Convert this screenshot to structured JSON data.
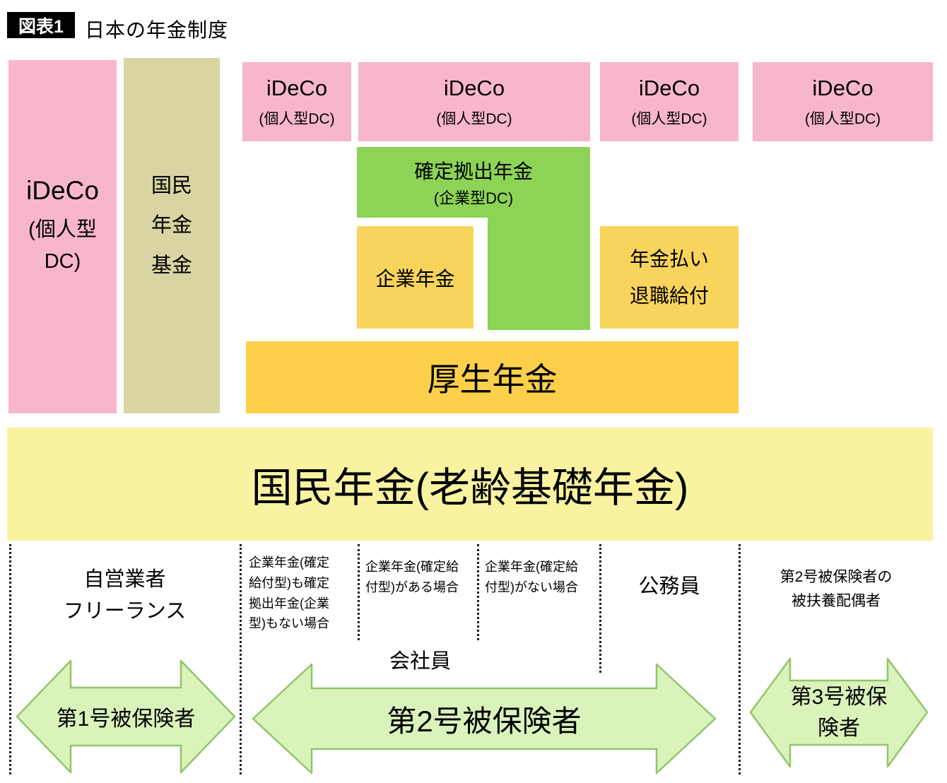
{
  "title": {
    "tag": "図表1",
    "text": "日本の年金制度"
  },
  "pillars": {
    "ideco_left": {
      "name": "iDeCo",
      "sub": "(個人型\nDC)"
    },
    "kokumin_kikin": "国民\n年金\n基金"
  },
  "ideco_boxes": [
    {
      "name": "iDeCo",
      "sub": "(個人型DC)"
    },
    {
      "name": "iDeCo",
      "sub": "(個人型DC)"
    },
    {
      "name": "iDeCo",
      "sub": "(個人型DC)"
    },
    {
      "name": "iDeCo",
      "sub": "(個人型DC)"
    }
  ],
  "corporate": {
    "dc_name": "確定拠出年金",
    "dc_sub": "(企業型DC)",
    "kigyo_nenkin": "企業年金",
    "nenkin_barai": "年金払い\n退職給付",
    "kosei_nenkin": "厚生年金"
  },
  "base": {
    "kokumin_nenkin": "国民年金(老齢基礎年金)"
  },
  "categories": {
    "self_employed": "自営業者\nフリーランス",
    "no_db_no_dc": "企業年金(確定\n給付型)も確定\n拠出年金(企業\n型)もない場合",
    "with_db": "企業年金(確定給\n付型)がある場合",
    "without_db": "企業年金(確定給\n付型)がない場合",
    "public_servant": "公務員",
    "dependent_spouse": "第2号被保険者の\n被扶養配偶者",
    "company_employee": "会社員"
  },
  "insured": {
    "no1": "第1号被保険者",
    "no2": "第2号被保険者",
    "no3": "第3号被保\n険者"
  },
  "colors": {
    "pink": "#f8b6cc",
    "tan": "#d8d5a2",
    "green": "#8dd355",
    "gold": "#fcd04a",
    "yellow": "#f9d45c",
    "pale_yellow": "#f9f2a0",
    "arrow_fill": "#d9f3bb",
    "arrow_stroke": "#94c46c"
  }
}
